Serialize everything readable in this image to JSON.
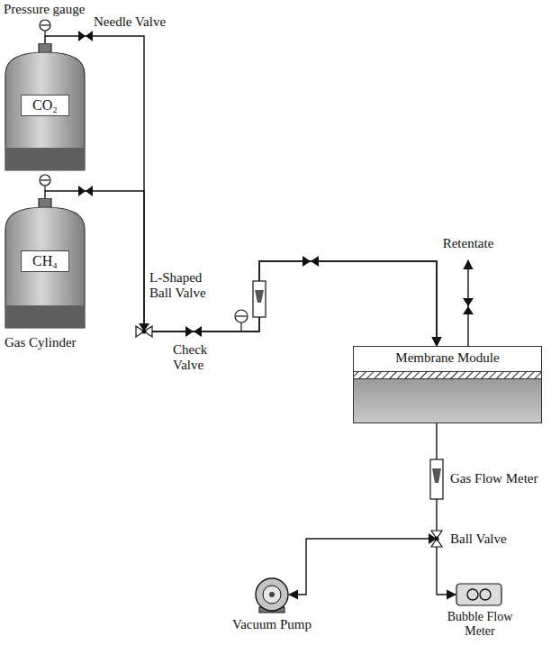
{
  "diagram": {
    "nodes": [
      {
        "text": [
          "CO₂"
        ]
      },
      {
        "text": [
          "CH₄"
        ]
      },
      {
        "text": [
          "Membrane Module"
        ]
      }
    ],
    "edges": [
      {
        "from": 0,
        "to": 2,
        "arrow": "to"
      },
      {
        "from": 1,
        "to": 2,
        "arrow": "to"
      }
    ],
    "labels": [
      "Pressure gauge",
      "Needle Valve",
      "Gas Cylinder",
      "L-Shaped Ball Valve",
      "Check Valve",
      "Retentate",
      "Gas Flow Meter",
      "Ball Valve",
      "Vacuum Pump",
      "Bubble Flow Meter"
    ]
  }
}
